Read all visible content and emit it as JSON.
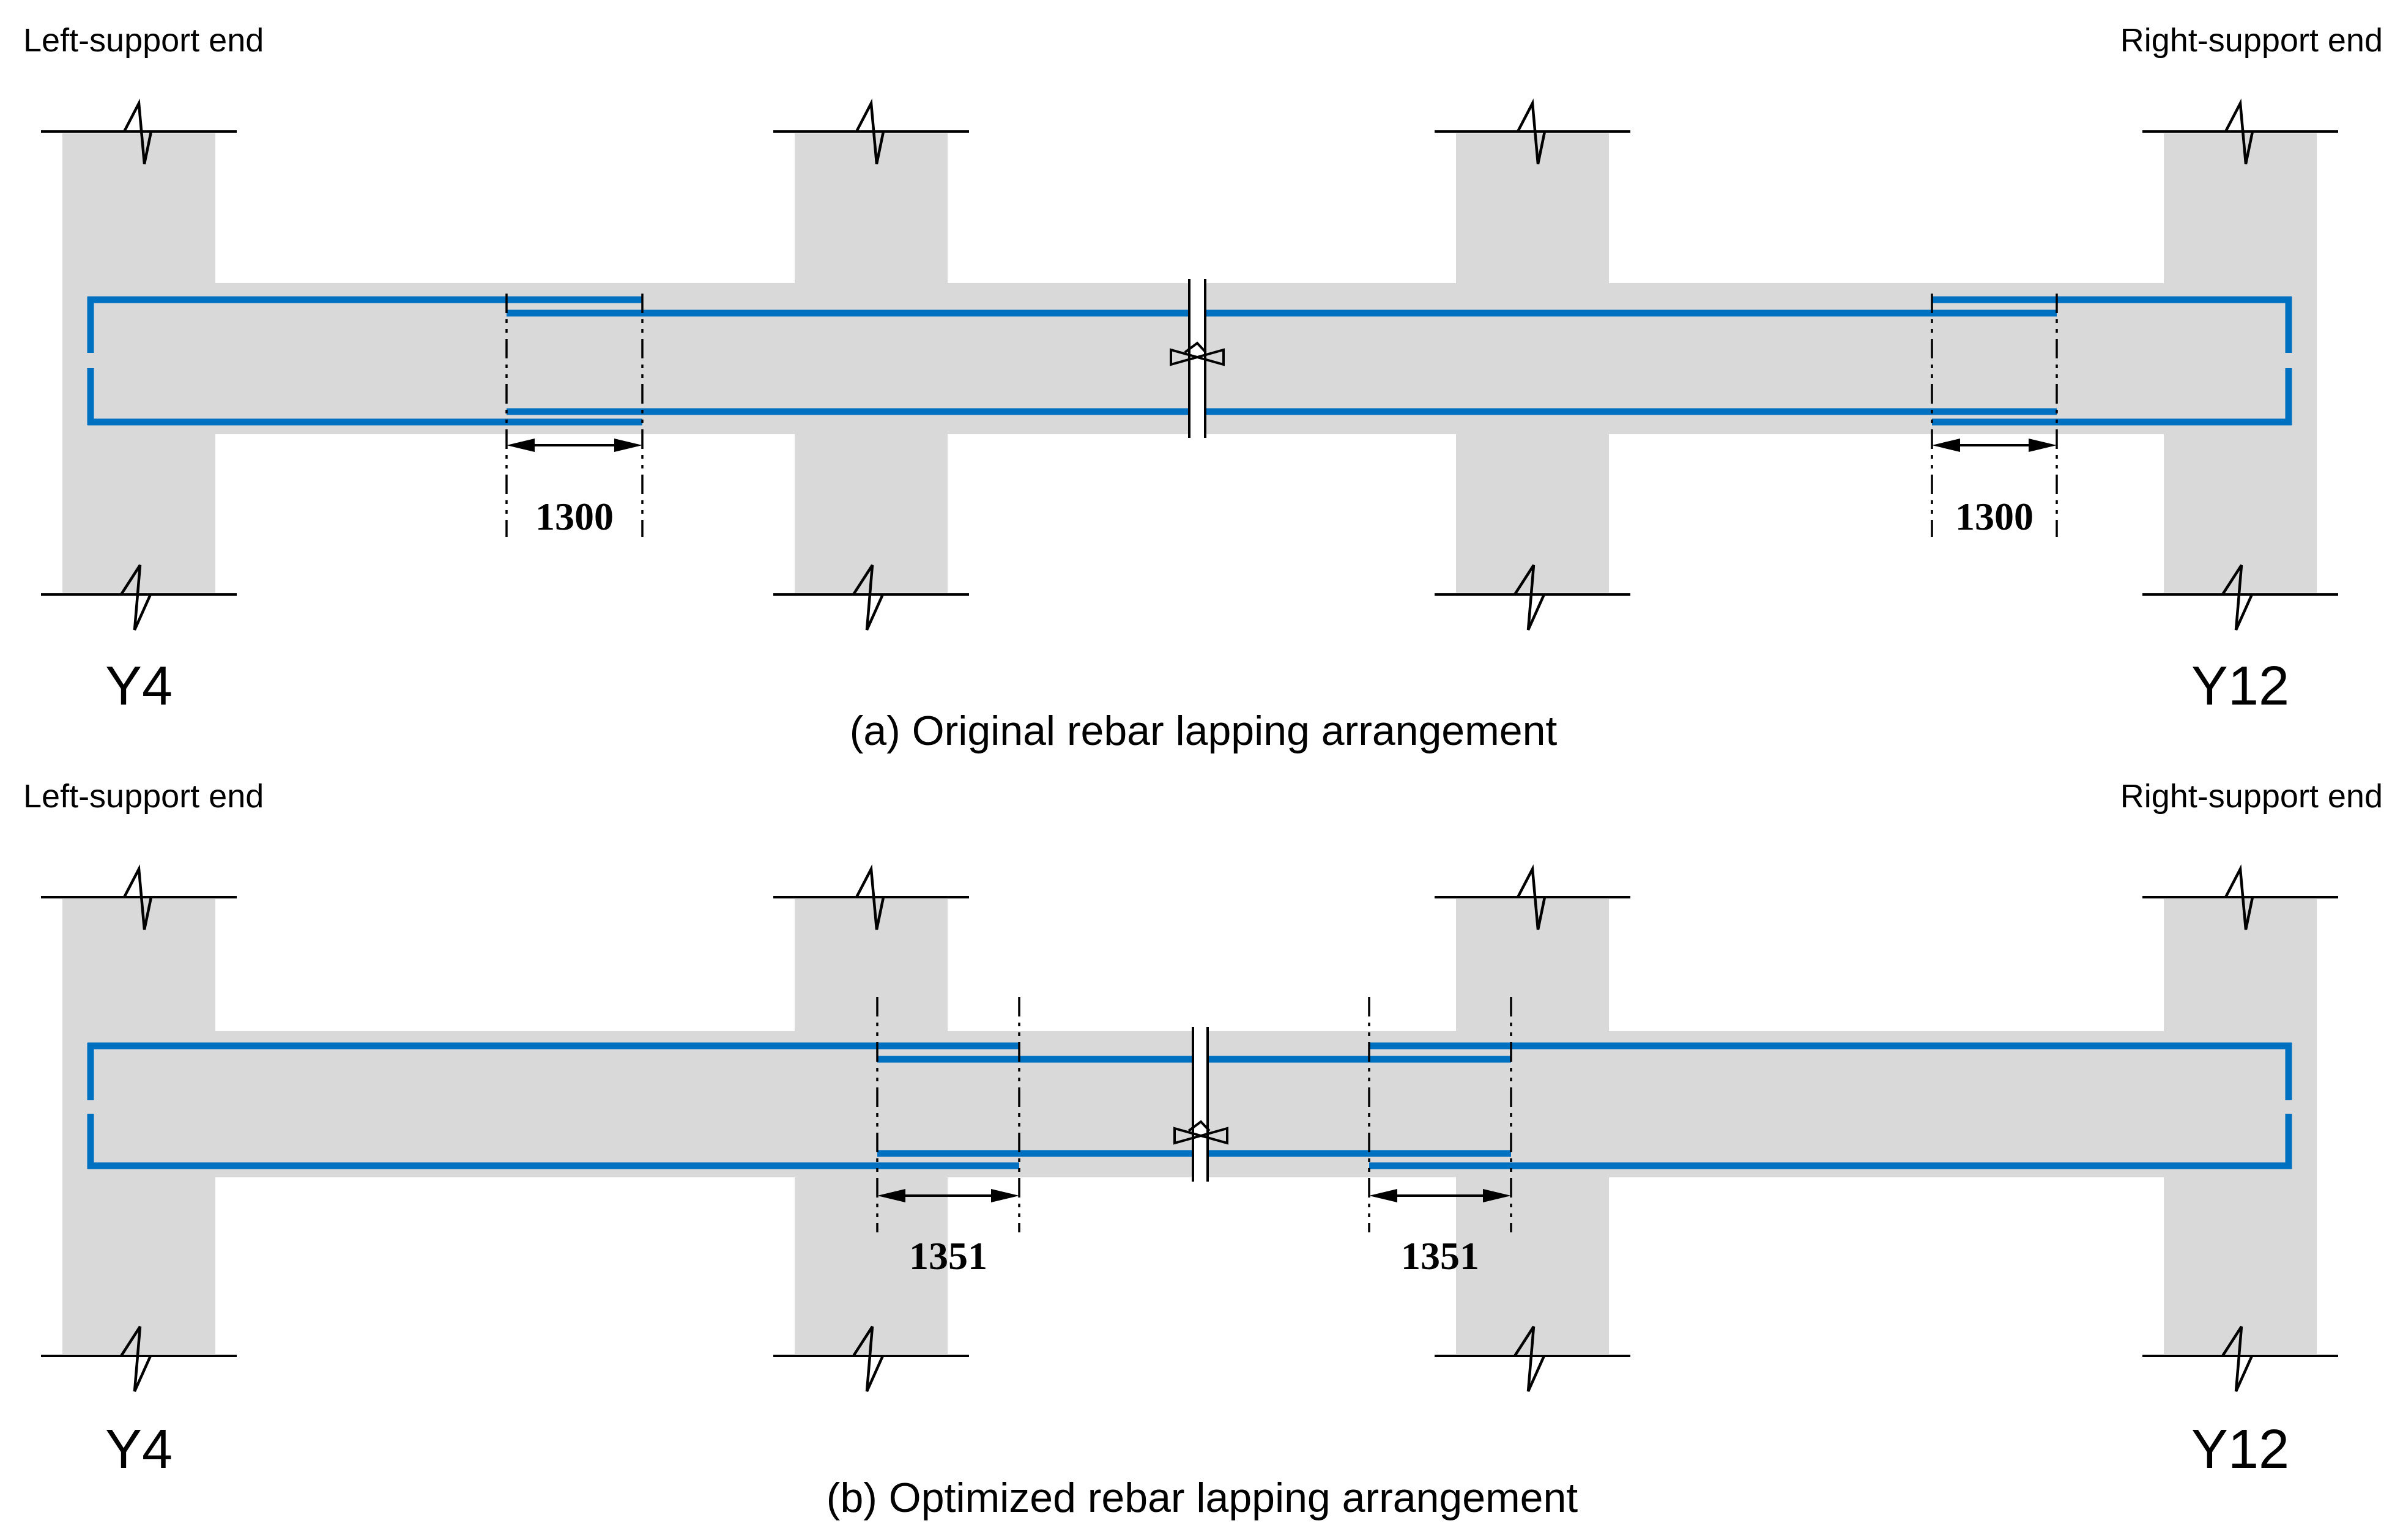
{
  "colors": {
    "rebar_blue": "#0070C0",
    "concrete_gray": "#D9D9D9",
    "line_black": "#000000"
  },
  "diagram_a": {
    "left_support_label": "Left-support end",
    "right_support_label": "Right-support end",
    "left_column_label": "Y4",
    "right_column_label": "Y12",
    "left_lap_length": "1300",
    "right_lap_length": "1300",
    "caption": "(a) Original rebar lapping arrangement"
  },
  "diagram_b": {
    "left_support_label": "Left-support end",
    "right_support_label": "Right-support end",
    "left_column_label": "Y4",
    "right_column_label": "Y12",
    "left_lap_length": "1351",
    "right_lap_length": "1351",
    "caption": "(b) Optimized rebar lapping arrangement"
  }
}
